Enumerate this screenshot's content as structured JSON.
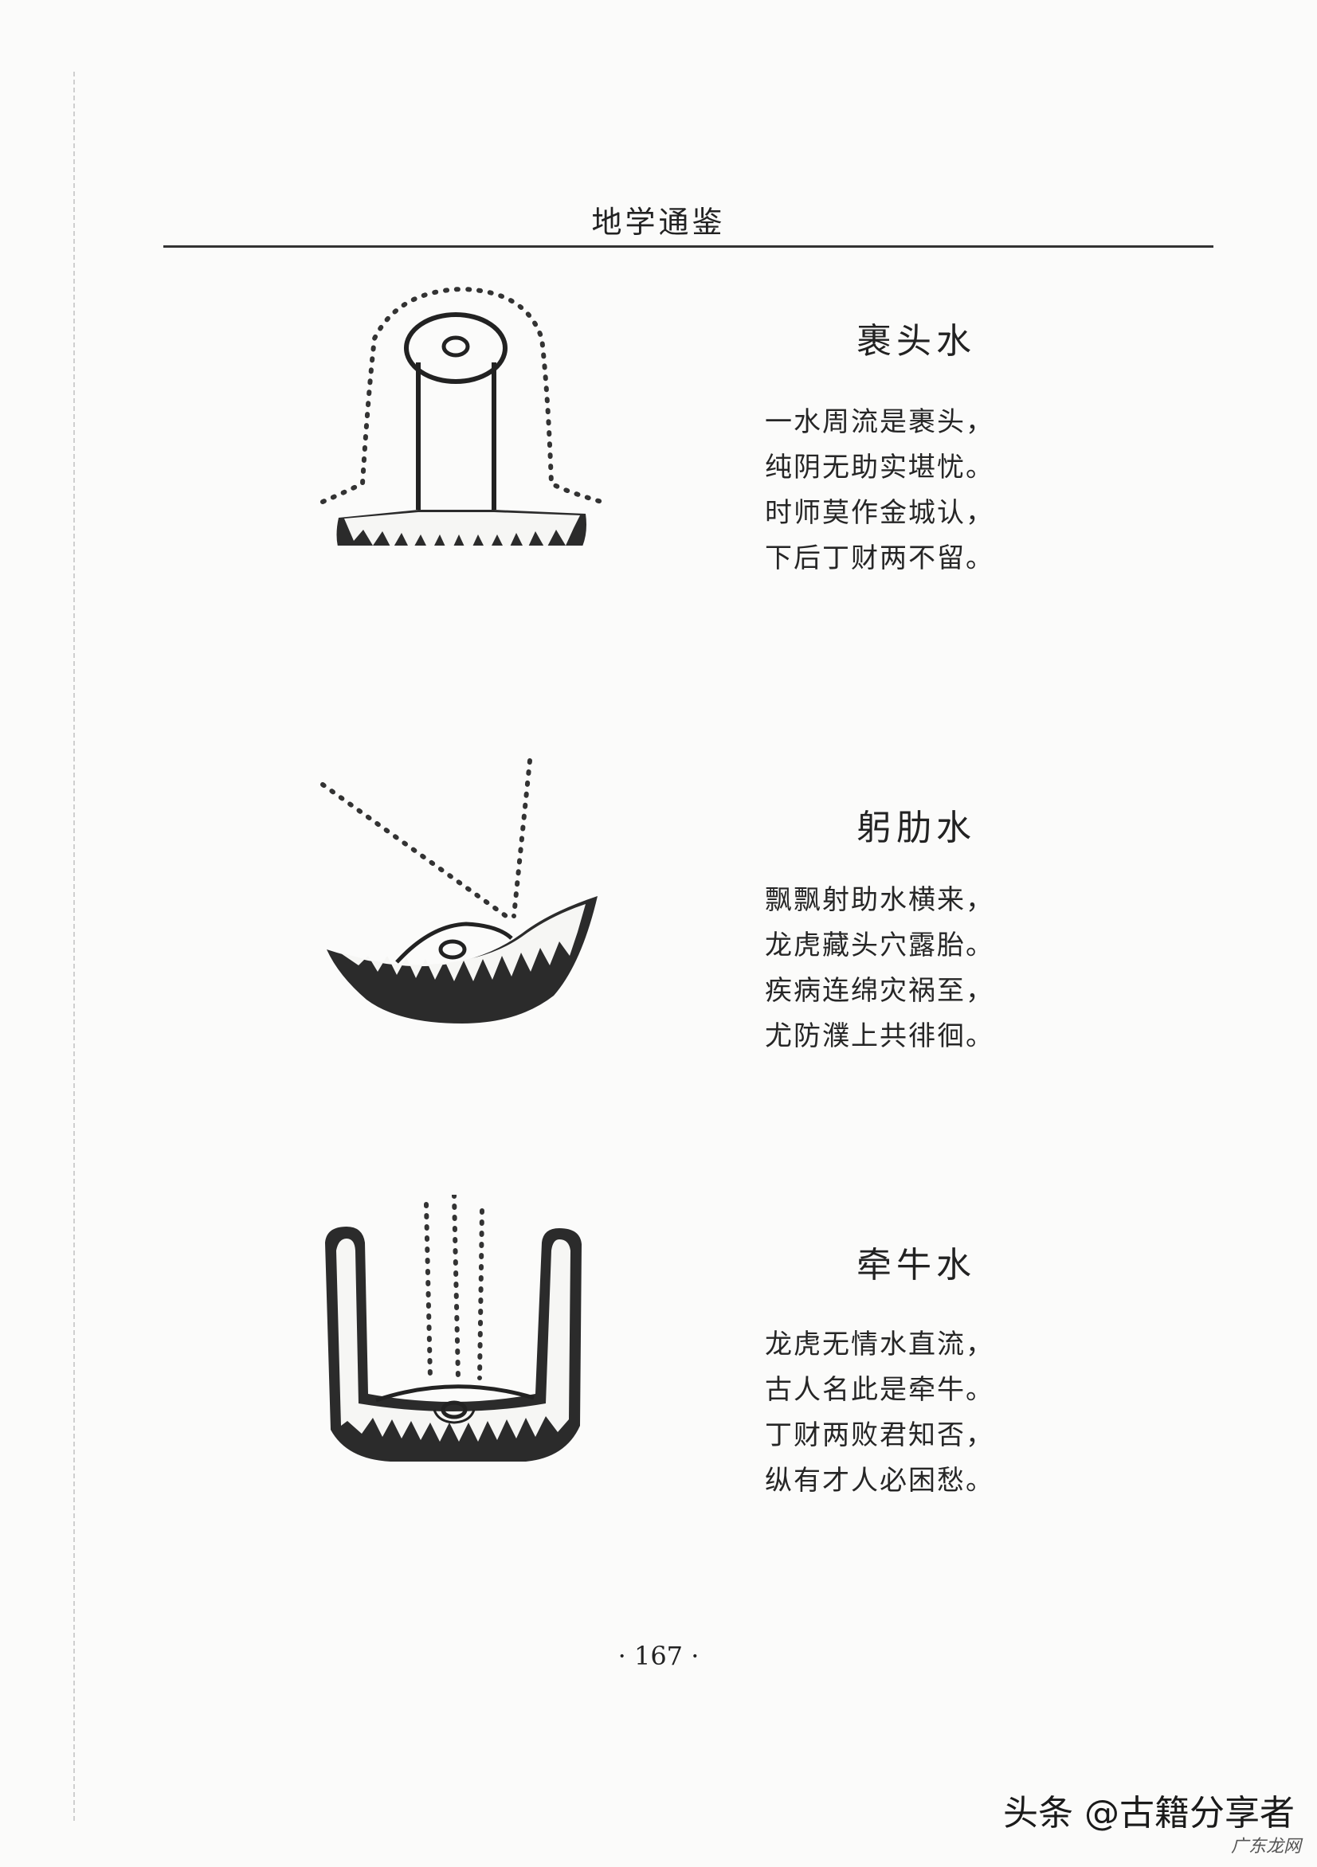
{
  "header": {
    "title": "地学通鉴"
  },
  "sections": [
    {
      "title": "裹头水",
      "lines": [
        "一水周流是裹头，",
        "纯阴无助实堪忧。",
        "时师莫作金城认，",
        "下后丁财两不留。"
      ]
    },
    {
      "title": "躬肋水",
      "lines": [
        "飘飘射助水横来，",
        "龙虎藏头穴露胎。",
        "疾病连绵灾祸至，",
        "尤防濮上共徘徊。"
      ]
    },
    {
      "title": "牵牛水",
      "lines": [
        "龙虎无情水直流，",
        "古人名此是牵牛。",
        "丁财两败君知否，",
        "纵有才人必困愁。"
      ]
    }
  ],
  "footer": {
    "page_number": "· 167 ·"
  },
  "watermark": {
    "text": "头条 @古籍分享者",
    "sub": "广东龙网"
  }
}
